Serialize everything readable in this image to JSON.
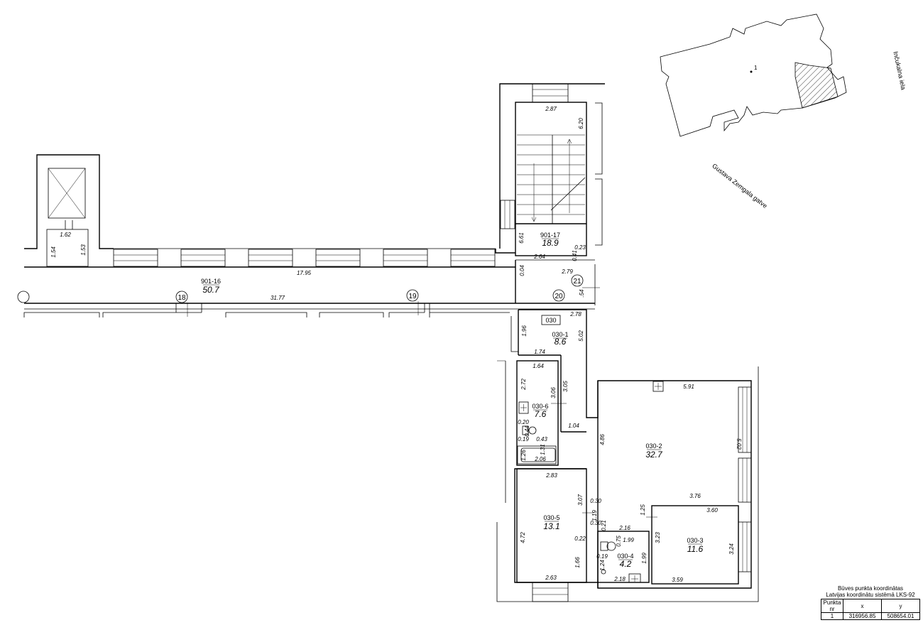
{
  "rooms": [
    {
      "id": "901-16",
      "area": "50.7"
    },
    {
      "id": "901-17",
      "area": "18.9"
    },
    {
      "id": "030-1",
      "area": "8.6"
    },
    {
      "id": "030-2",
      "area": "32.7"
    },
    {
      "id": "030-3",
      "area": "11.6"
    },
    {
      "id": "030-4",
      "area": "4.2"
    },
    {
      "id": "030-5",
      "area": "13.1"
    },
    {
      "id": "030-6",
      "area": "7.6"
    }
  ],
  "unit_label": "030",
  "axis_markers": [
    "18",
    "19",
    "20",
    "21"
  ],
  "dimensions": {
    "d_1_62": "1.62",
    "d_1_54": "1.54",
    "d_1_53": "1.53",
    "d_17_95": "17.95",
    "d_31_77": "31.77",
    "d_2_87": "2.87",
    "d_6_20": "6.20",
    "d_6_61": "6.61",
    "d_0_23": "0.23",
    "d_0_41": "0.41",
    "d_2_64": "2.64",
    "d_0_04": "0.04",
    "d_2_79": "2.79",
    "d_54": ".54",
    "d_2_78": "2.78",
    "d_1_96": "1.96",
    "d_5_02a": "5.02",
    "d_1_74": "1.74",
    "d_1_64": "1.64",
    "d_2_72": "2.72",
    "d_3_06": "3.06",
    "d_3_05": "3.05",
    "d_0_20": "0.20",
    "d_0_44": "0.44",
    "d_0_19a": "0.19",
    "d_0_43": "0.43",
    "d_1_04": "1.04",
    "d_1_31": "1.31",
    "d_1_26": "1.26",
    "d_2_06": "2.06",
    "d_5_91": "5.91",
    "d_4_86": "4.86",
    "d_5_02b": "5.02",
    "d_3_76": "3.76",
    "d_2_83": "2.83",
    "d_3_07": "3.07",
    "d_0_30a": "0.30",
    "d_1_19": "1.19",
    "d_0_30b": "0.30",
    "d_0_21": "0.21",
    "d_1_25": "1.25",
    "d_3_60": "3.60",
    "d_4_72": "4.72",
    "d_0_22": "0.22",
    "d_2_16": "2.16",
    "d_1_99a": "1.99",
    "d_3_23": "3.23",
    "d_3_24": "3.24",
    "d_0_75": "0.75",
    "d_0_19b": "0.19",
    "d_1_24": "1.24",
    "d_1_99b": "1.99",
    "d_1_66": "1.66",
    "d_2_18": "2.18",
    "d_3_59": "3.59",
    "d_2_63": "2.63"
  },
  "location": {
    "building_point": "1",
    "street_1": "Gustava Zemgala gatve",
    "street_2": "Inčukalna iela"
  },
  "coordinates_table": {
    "caption_1": "Būves punkta koordinātas",
    "caption_2": "Latvijas koordinātu sistēmā LKS-92",
    "headers": [
      "Punkta nr",
      "x",
      "y"
    ],
    "rows": [
      [
        "1",
        "316956.85",
        "508654.01"
      ]
    ]
  }
}
